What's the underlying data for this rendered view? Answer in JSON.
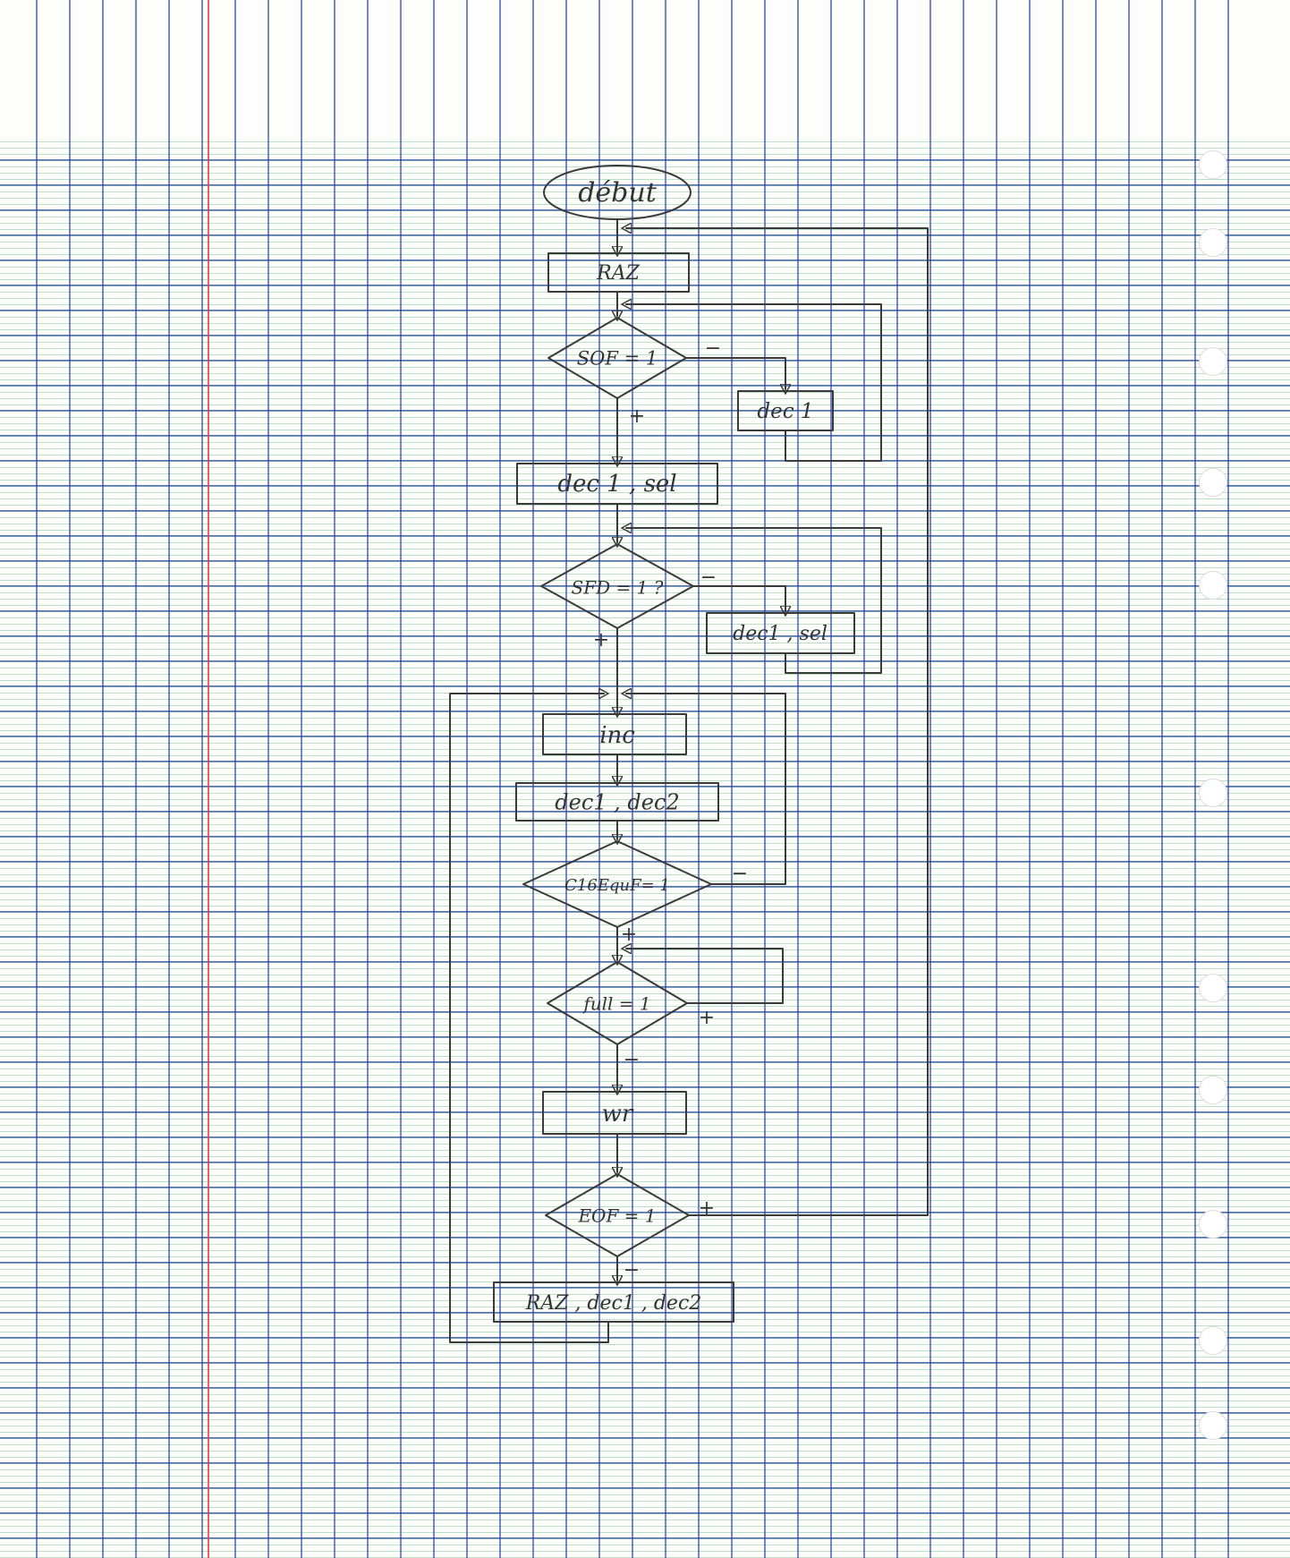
{
  "chart_data": {
    "type": "flowchart",
    "nodes": [
      {
        "id": "start",
        "shape": "terminal",
        "label": "début"
      },
      {
        "id": "raz",
        "shape": "process",
        "label": "RAZ"
      },
      {
        "id": "sof",
        "shape": "decision",
        "label": "SOF = 1"
      },
      {
        "id": "dec1_a",
        "shape": "process",
        "label": "dec 1"
      },
      {
        "id": "dec1_sel_a",
        "shape": "process",
        "label": "dec 1 ,  sel"
      },
      {
        "id": "sfd",
        "shape": "decision",
        "label": "SFD = 1 ?"
      },
      {
        "id": "dec1_sel_b",
        "shape": "process",
        "label": "dec1 ,  sel"
      },
      {
        "id": "inc",
        "shape": "process",
        "label": "inc"
      },
      {
        "id": "dec1_dec2",
        "shape": "process",
        "label": "dec1 , dec2"
      },
      {
        "id": "c16",
        "shape": "decision",
        "label": "C16EquF= 1"
      },
      {
        "id": "full",
        "shape": "decision",
        "label": "full = 1"
      },
      {
        "id": "wr",
        "shape": "process",
        "label": "wr"
      },
      {
        "id": "eof",
        "shape": "decision",
        "label": "EOF = 1"
      },
      {
        "id": "raz_dec",
        "shape": "process",
        "label": "RAZ , dec1 ,  dec2"
      }
    ],
    "edges": [
      {
        "from": "start",
        "to": "raz",
        "label": ""
      },
      {
        "from": "raz",
        "to": "sof",
        "label": ""
      },
      {
        "from": "sof",
        "to": "dec1_sel_a",
        "label": "+"
      },
      {
        "from": "sof",
        "to": "dec1_a",
        "label": "−"
      },
      {
        "from": "dec1_a",
        "to": "sof",
        "label": ""
      },
      {
        "from": "dec1_sel_a",
        "to": "sfd",
        "label": ""
      },
      {
        "from": "sfd",
        "to": "inc",
        "label": "+"
      },
      {
        "from": "sfd",
        "to": "dec1_sel_b",
        "label": "−"
      },
      {
        "from": "dec1_sel_b",
        "to": "sfd",
        "label": ""
      },
      {
        "from": "inc",
        "to": "dec1_dec2",
        "label": ""
      },
      {
        "from": "dec1_dec2",
        "to": "c16",
        "label": ""
      },
      {
        "from": "c16",
        "to": "inc",
        "label": "−"
      },
      {
        "from": "c16",
        "to": "full",
        "label": "+"
      },
      {
        "from": "full",
        "to": "full",
        "label": "+"
      },
      {
        "from": "full",
        "to": "wr",
        "label": "−"
      },
      {
        "from": "wr",
        "to": "eof",
        "label": ""
      },
      {
        "from": "eof",
        "to": "raz",
        "label": "+"
      },
      {
        "from": "eof",
        "to": "raz_dec",
        "label": "−"
      },
      {
        "from": "raz_dec",
        "to": "inc",
        "label": ""
      }
    ]
  },
  "colors": {
    "pencil": "#3a3a3a",
    "grid_blue": "#2c3ca8",
    "grid_green": "#82c896",
    "margin_red": "#e64646"
  }
}
